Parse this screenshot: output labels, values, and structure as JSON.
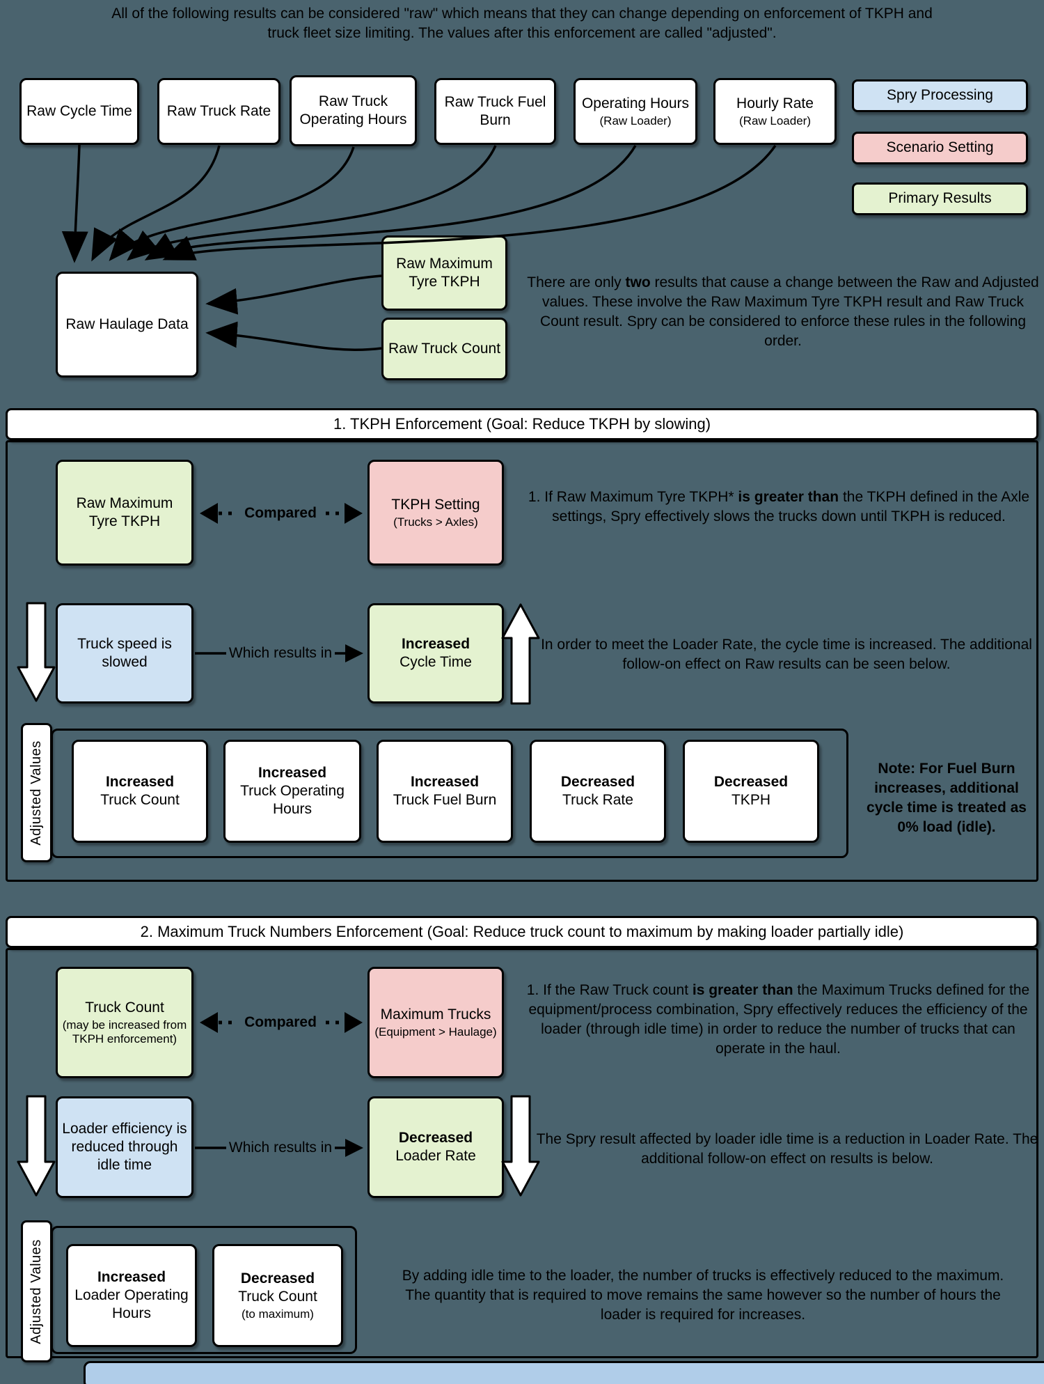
{
  "intro": "All of the following results can be considered \"raw\" which means that they can change depending on enforcement of TKPH and truck fleet size limiting. The values after this enforcement are called \"adjusted\".",
  "legend": {
    "spry": "Spry Processing",
    "scenario": "Scenario Setting",
    "primary": "Primary Results"
  },
  "top_boxes": [
    {
      "title": "Raw Cycle Time"
    },
    {
      "title": "Raw Truck Rate"
    },
    {
      "title": "Raw Truck Operating Hours"
    },
    {
      "title": "Raw Truck Fuel Burn"
    },
    {
      "title": "Operating Hours",
      "sub": "(Raw Loader)"
    },
    {
      "title": "Hourly Rate",
      "sub": "(Raw Loader)"
    }
  ],
  "haulage_title": "Raw Haulage Data",
  "raw_results": [
    {
      "title": "Raw Maximum Tyre TKPH"
    },
    {
      "title": "Raw Truck Count"
    }
  ],
  "intro_right": {
    "pre": "There are only ",
    "bold": "two",
    "post": " results that cause a change between the Raw and Adjusted values. These involve the Raw Maximum Tyre TKPH result and Raw Truck Count result. Spry can be considered to enforce these rules in the following order."
  },
  "section1": {
    "header": "1. TKPH Enforcement (Goal: Reduce TKPH by slowing)",
    "compare_left": "Raw Maximum Tyre TKPH",
    "compare_label": "Compared",
    "compare_right_title": "TKPH Setting",
    "compare_right_sub": "(Trucks > Axles)",
    "rule": {
      "pre": "1. If Raw Maximum Tyre TKPH* ",
      "bold": "is greater than",
      "post": " the TKPH defined in the Axle settings, Spry effectively slows the trucks down until TKPH is reduced."
    },
    "cause": "Truck speed is slowed",
    "results_label": "Which results in",
    "effect_bold": "Increased",
    "effect_rest": "Cycle Time",
    "effect_text": "In order to meet the Loader Rate, the cycle time is increased. The additional follow-on effect on Raw results can be seen below.",
    "adjusted_label": "Adjusted Values",
    "adjusted_boxes": [
      {
        "bold": "Increased",
        "rest": "Truck Count"
      },
      {
        "bold": "Increased",
        "rest": "Truck Operating Hours"
      },
      {
        "bold": "Increased",
        "rest": "Truck Fuel Burn"
      },
      {
        "bold": "Decreased",
        "rest": "Truck Rate"
      },
      {
        "bold": "Decreased",
        "rest": "TKPH"
      }
    ],
    "note": "Note: For Fuel Burn increases, additional cycle time is treated as 0% load (idle)."
  },
  "section2": {
    "header": "2. Maximum Truck Numbers Enforcement (Goal: Reduce truck count to maximum by making loader partially idle)",
    "compare_left_title": "Truck Count",
    "compare_left_sub": "(may be increased from TKPH enforcement)",
    "compare_label": "Compared",
    "compare_right_title": "Maximum Trucks",
    "compare_right_sub": "(Equipment > Haulage)",
    "rule": {
      "pre": "1. If the Raw Truck count ",
      "bold": "is greater than",
      "post": " the Maximum Trucks defined for the equipment/process combination, Spry effectively reduces the efficiency of the loader (through idle time) in order to reduce the number of trucks that can operate in the haul."
    },
    "cause": "Loader efficiency is reduced through idle time",
    "results_label": "Which results in",
    "effect_bold": "Decreased",
    "effect_rest": "Loader Rate",
    "effect_text": "The Spry result affected by loader idle time is a reduction in Loader Rate. The additional follow-on effect on results is below.",
    "adjusted_label": "Adjusted Values",
    "adjusted_boxes": [
      {
        "bold": "Increased",
        "rest": "Loader Operating Hours"
      },
      {
        "bold": "Decreased",
        "rest": "Truck Count",
        "sub": "(to maximum)"
      }
    ],
    "bottom_text": "By adding idle time to the loader, the number of trucks is effectively reduced to the maximum. The quantity that is required to move remains the same however so the number of hours the loader is required for increases."
  },
  "colors": {
    "background": "#4a636e",
    "box_white": "#ffffff",
    "box_blue": "#cfe2f3",
    "box_pink": "#f5cccb",
    "box_green": "#e4f2d0",
    "bottom_bar_blue": "#b0cde9",
    "border_black": "#000000"
  }
}
